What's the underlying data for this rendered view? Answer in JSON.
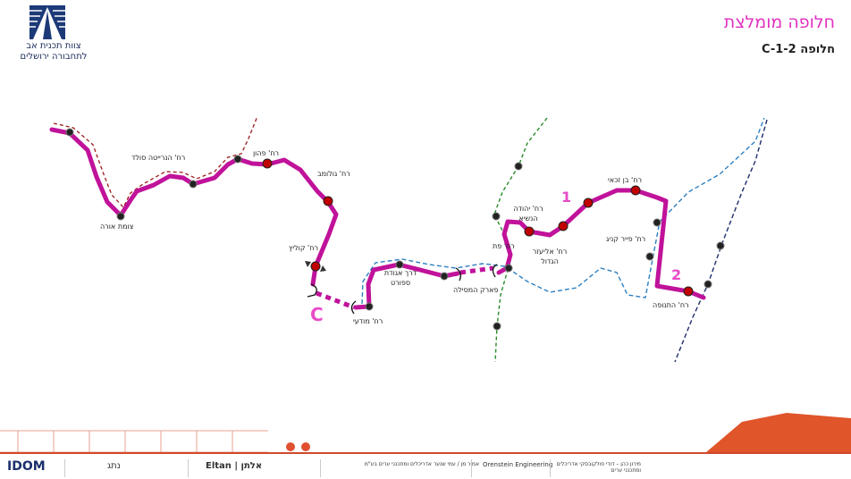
{
  "header": {
    "logo_text_line1": "צוות תכנית אב",
    "logo_text_line2": "לתחבורה ירושלים",
    "title": "חלופה מומלצת",
    "subtitle": "חלופה C-1-2"
  },
  "map": {
    "route_color": "#c0129a",
    "labels": {
      "tzomet_ora": "צומת אורה",
      "henrietta_szold": "רח' הנרייטה סולד",
      "mohan": "רח' פהון",
      "golomb": "רח' גולומב",
      "kolitz": "רח' קוליץ",
      "modai": "רח' מודעי",
      "derech_agudat_sport": "דרך אגודת ספורט",
      "park_hamesila": "פארק המסילה",
      "pat": "רח' פת",
      "yehuda_hanasi": "רח' יהודה הנשיא",
      "eliezer_hagadol": "רח' אליעזר הגדול",
      "ben_zakai": "רח' בן זכאי",
      "pierre_koenig": "רח' פייר קניג",
      "hatnufa": "רח' התנופה"
    },
    "segment_markers": {
      "c": "C",
      "one": "1",
      "two": "2"
    }
  },
  "footer": {
    "logos": [
      "IDOM",
      "נתג",
      "Eltan | אלתן",
      "אמיר מן / עמי שנער אדריכלים ומתכנני ערים בע\"מ",
      "Orenstein Engineering",
      "מירון כהן – דודי פולקובסקי אדריכלים ומתכנני ערים"
    ]
  }
}
